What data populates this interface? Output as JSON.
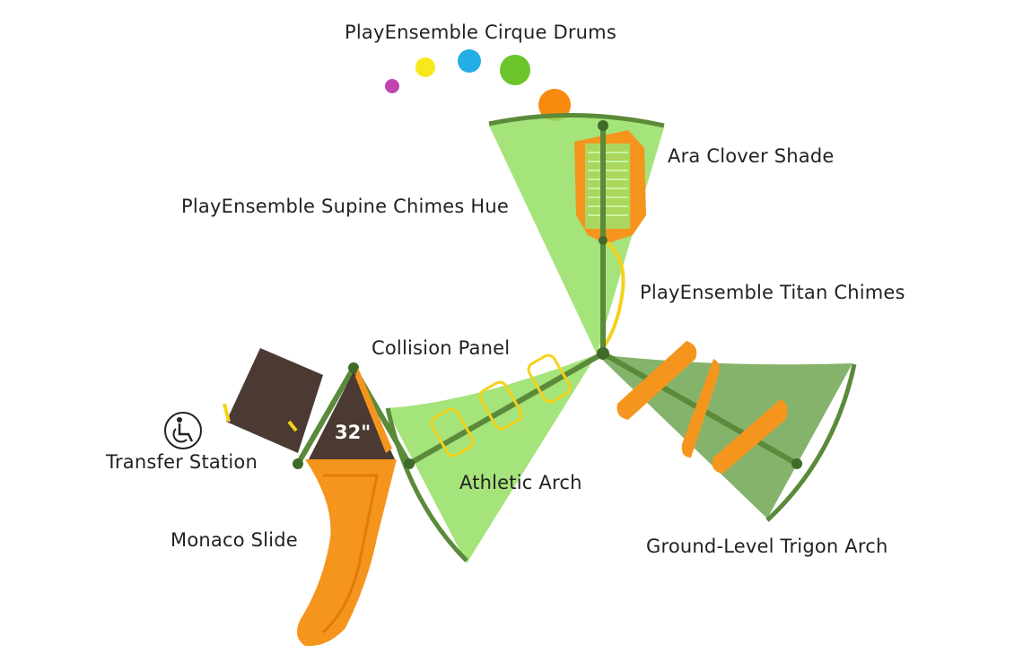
{
  "labels": {
    "cirque_drums": "PlayEnsemble Cirque Drums",
    "clover_shade": "Ara Clover Shade",
    "supine_chimes": "PlayEnsemble Supine Chimes Hue",
    "titan_chimes": "PlayEnsemble Titan Chimes",
    "collision_panel": "Collision Panel",
    "transfer_station": "Transfer Station",
    "athletic_arch": "Athletic Arch",
    "monaco_slide": "Monaco Slide",
    "trigon_arch": "Ground-Level Trigon Arch"
  },
  "deck_height": "32\"",
  "icons": {
    "accessibility": "wheelchair-icon"
  },
  "colors": {
    "frame_green": "#5a8a3a",
    "shade_green": "#8fdc5a",
    "shade_dark": "#5c9a3a",
    "slide_orange": "#f5951e",
    "deck_brown": "#4b3a33",
    "rail_yellow": "#f4d21c",
    "drum_magenta": "#c045b0",
    "drum_yellow": "#f7e81c",
    "drum_cyan": "#23aee6",
    "drum_green": "#6cc52a",
    "drum_orange": "#f88a10"
  }
}
